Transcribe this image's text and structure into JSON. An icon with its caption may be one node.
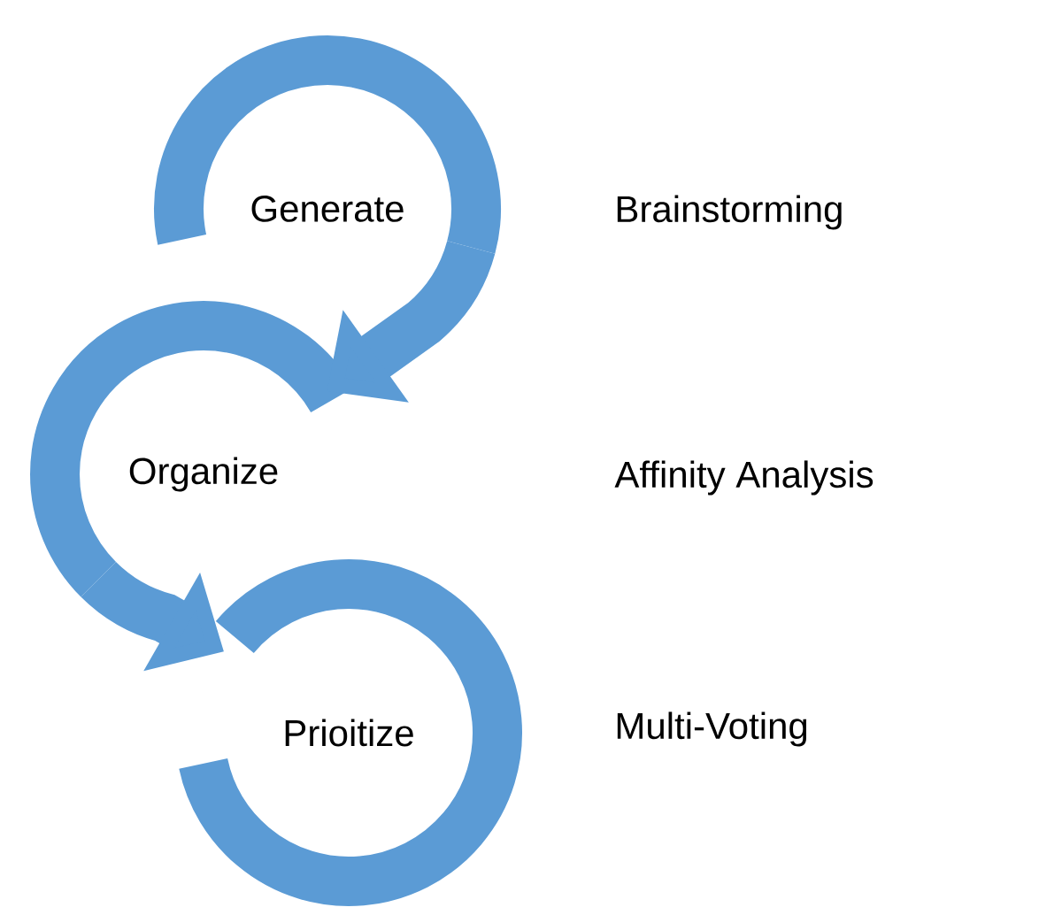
{
  "diagram": {
    "nodes": [
      {
        "text": [
          "Generate"
        ]
      },
      {
        "text": [
          "Organize"
        ]
      },
      {
        "text": [
          "Prioitize"
        ]
      }
    ],
    "edges": [
      {
        "from": 0,
        "to": 1,
        "arrow": "to"
      },
      {
        "from": 1,
        "to": 2,
        "arrow": "to"
      }
    ],
    "labels": [
      "Brainstorming",
      "Affinity Analysis",
      "Multi-Voting"
    ]
  }
}
